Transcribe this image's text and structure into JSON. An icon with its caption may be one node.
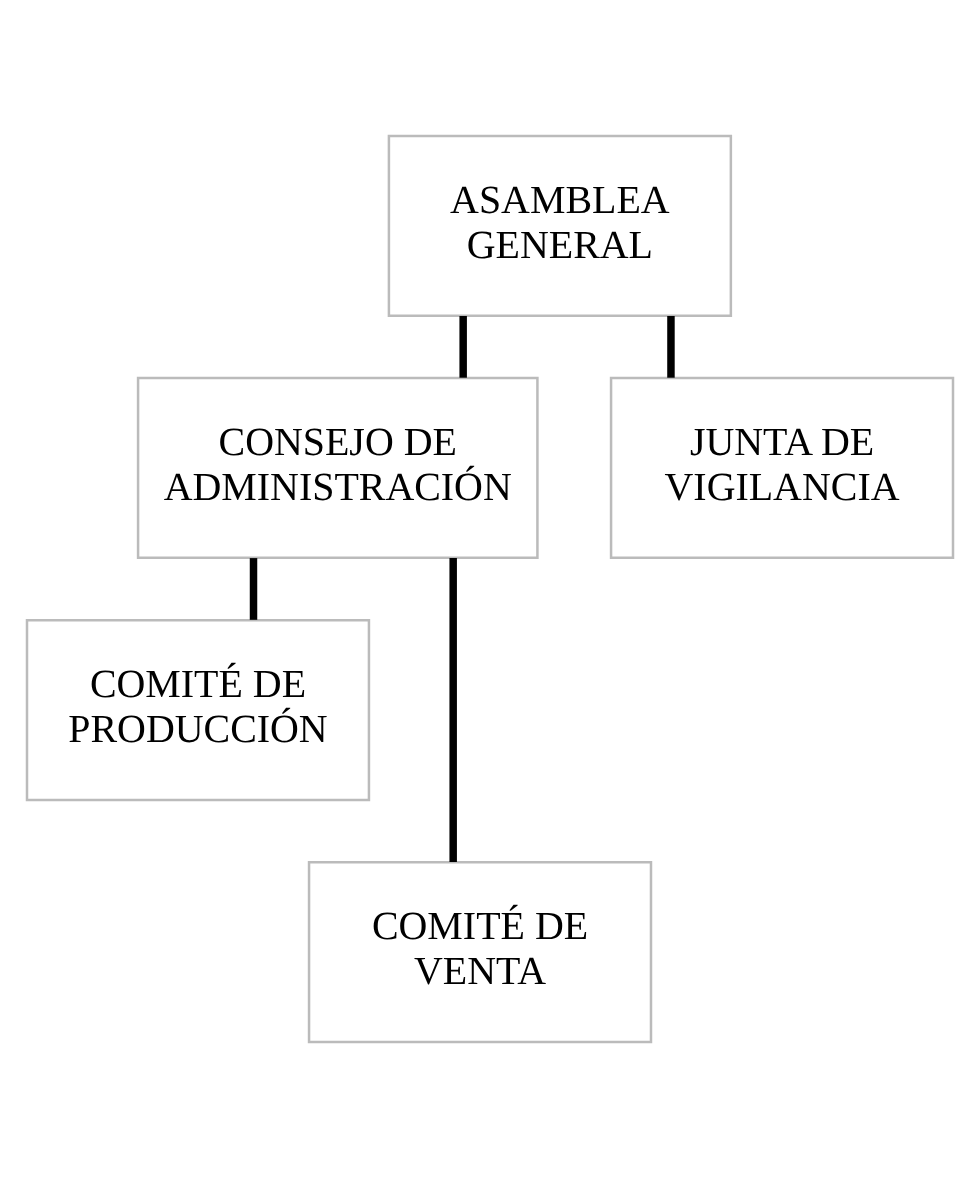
{
  "diagram": {
    "nodes": [
      {
        "text": [
          "ASAMBLEA GENERAL"
        ]
      },
      {
        "text": [
          "CONSEJO DE ADMINISTRACIÓN"
        ]
      },
      {
        "text": [
          "JUNTA DE VIGILANCIA"
        ]
      },
      {
        "text": [
          "COMITÉ DE PRODUCCIÓN"
        ]
      },
      {
        "text": [
          "COMITÉ DE VENTA"
        ]
      }
    ],
    "edges": [
      {
        "from": 0,
        "to": 1,
        "arrow": "none"
      },
      {
        "from": 0,
        "to": 2,
        "arrow": "none"
      },
      {
        "from": 1,
        "to": 3,
        "arrow": "none"
      },
      {
        "from": 1,
        "to": 4,
        "arrow": "none"
      }
    ]
  }
}
